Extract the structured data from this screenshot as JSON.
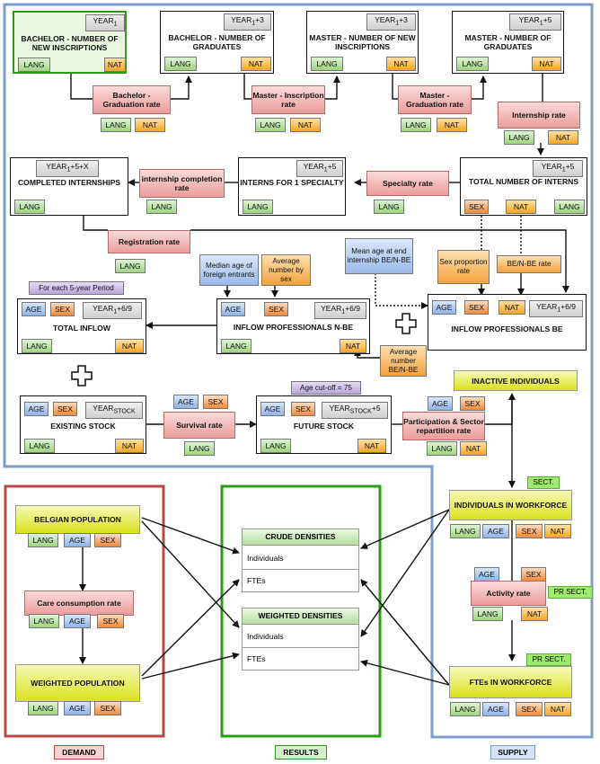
{
  "top": {
    "bachelor_new": {
      "year": "YEAR",
      "title": "BACHELOR - NUMBER OF NEW INSCRIPTIONS",
      "lang": "LANG",
      "nat": "NAT"
    },
    "bachelor_grad": {
      "year": "YEAR",
      "year_suffix": "+3",
      "title": "BACHELOR - NUMBER OF GRADUATES",
      "lang": "LANG",
      "nat": "NAT"
    },
    "master_new": {
      "year": "YEAR",
      "year_suffix": "+3",
      "title": "MASTER - NUMBER OF NEW INSCRIPTIONS",
      "lang": "LANG",
      "nat": "NAT"
    },
    "master_grad": {
      "year": "YEAR",
      "year_suffix": "+5",
      "title": "MASTER - NUMBER OF GRADUATES",
      "lang": "LANG",
      "nat": "NAT"
    },
    "bachelor_grad_rate": {
      "label": "Bachelor - Graduation rate",
      "lang": "LANG",
      "nat": "NAT"
    },
    "master_insc_rate": {
      "label": "Master - Inscription rate",
      "lang": "LANG",
      "nat": "NAT"
    },
    "master_grad_rate": {
      "label": "Master - Graduation rate",
      "lang": "LANG",
      "nat": "NAT"
    },
    "internship_rate": {
      "label": "Internship rate",
      "lang": "LANG",
      "nat": "NAT"
    }
  },
  "interns": {
    "completed": {
      "year": "YEAR",
      "year_suffix": "+5+X",
      "title": "COMPLETED INTERNSHIPS",
      "lang": "LANG"
    },
    "completion_rate": {
      "label": "internship completion rate",
      "lang": "LANG"
    },
    "one_specialty": {
      "year": "YEAR",
      "year_suffix": "+5",
      "title": "INTERNS FOR 1 SPECIALTY",
      "lang": "LANG"
    },
    "specialty_rate": {
      "label": "Specialty rate",
      "lang": "LANG"
    },
    "total": {
      "year": "YEAR",
      "year_suffix": "+5",
      "title": "TOTAL NUMBER OF INTERNS",
      "sex": "SEX",
      "nat": "NAT",
      "lang": "LANG"
    },
    "registration_rate": {
      "label": "Registration rate",
      "lang": "LANG"
    }
  },
  "inflow": {
    "median_age_note": "Median age of foreign entrants",
    "avg_by_sex_note": "Average number by sex",
    "mean_age_note": "Mean age at end internship BE/N-BE",
    "sex_prop_note": "Sex proportion rate",
    "be_nbe_note": "BE/N-BE rate",
    "period_note": "For each 5-year Period",
    "avg_be_note": "Average number BE/N-BE",
    "total": {
      "age": "AGE",
      "sex": "SEX",
      "year": "YEAR",
      "year_suffix": "+6/9",
      "title": "TOTAL INFLOW",
      "lang": "LANG",
      "nat": "NAT"
    },
    "nbe": {
      "age": "AGE",
      "sex": "SEX",
      "year": "YEAR",
      "year_suffix": "+6/9",
      "title": "INFLOW PROFESSIONALS N-BE",
      "lang": "LANG",
      "nat": "NAT"
    },
    "be": {
      "age": "AGE",
      "sex": "SEX",
      "nat": "NAT",
      "year": "YEAR",
      "year_suffix": "+6/9",
      "title": "INFLOW PROFESSIONALS BE"
    }
  },
  "stock": {
    "existing": {
      "age": "AGE",
      "sex": "SEX",
      "year": "YEAR",
      "year_sub": "STOCK",
      "title": "EXISTING STOCK",
      "lang": "LANG",
      "nat": "NAT"
    },
    "survival_rate": {
      "age": "AGE",
      "sex": "SEX",
      "label": "Survival rate",
      "lang": "LANG"
    },
    "cutoff_note": "Age cut-off = 75",
    "future": {
      "age": "AGE",
      "sex": "SEX",
      "year": "YEAR",
      "year_sub": "STOCK",
      "year_suffix": "+5",
      "title": "FUTURE STOCK",
      "lang": "LANG",
      "nat": "NAT"
    },
    "participation_rate": {
      "age": "AGE",
      "sex": "SEX",
      "label": "Participation & Sector repartition rate",
      "lang": "LANG",
      "nat": "NAT"
    },
    "inactive": "INACTIVE INDIVIDUALS"
  },
  "demand": {
    "belgian_pop": {
      "title": "BELGIAN POPULATION",
      "lang": "LANG",
      "age": "AGE",
      "sex": "SEX"
    },
    "care_rate": {
      "label": "Care consumption rate",
      "lang": "LANG",
      "age": "AGE",
      "sex": "SEX"
    },
    "weighted_pop": {
      "title": "WEIGHTED POPULATION",
      "lang": "LANG",
      "age": "AGE",
      "sex": "SEX"
    },
    "caption": "DEMAND"
  },
  "results": {
    "crude": {
      "title": "CRUDE DENSITIES",
      "row1": "Individuals",
      "row2": "FTEs"
    },
    "weighted": {
      "title": "WEIGHTED DENSITIES",
      "row1": "Individuals",
      "row2": "FTEs"
    },
    "caption": "RESULTS"
  },
  "supply": {
    "sect": "SECT.",
    "individuals": {
      "title": "INDIVIDUALS IN WORKFORCE",
      "lang": "LANG",
      "age": "AGE",
      "sex": "SEX",
      "nat": "NAT"
    },
    "activity_rate": {
      "age": "AGE",
      "sex": "SEX",
      "label": "Activity rate",
      "pr_sect": "PR SECT.",
      "lang": "LANG",
      "nat": "NAT"
    },
    "pr_sect": "PR SECT.",
    "ftes": {
      "title": "FTEs IN WORKFORCE",
      "lang": "LANG",
      "age": "AGE",
      "sex": "SEX",
      "nat": "NAT"
    },
    "caption": "SUPPLY"
  },
  "year_subscript": "1",
  "colors": {
    "supply_frame": "#7c9cc9",
    "demand_frame": "#b54a4a",
    "results_frame": "#2d9a1c",
    "rate": "#ec9c9c",
    "lang": "#9fd47f",
    "nat": "#f5a623",
    "age": "#91b3e8",
    "sex": "#f18a3a",
    "yellow": "#d9e21c"
  }
}
